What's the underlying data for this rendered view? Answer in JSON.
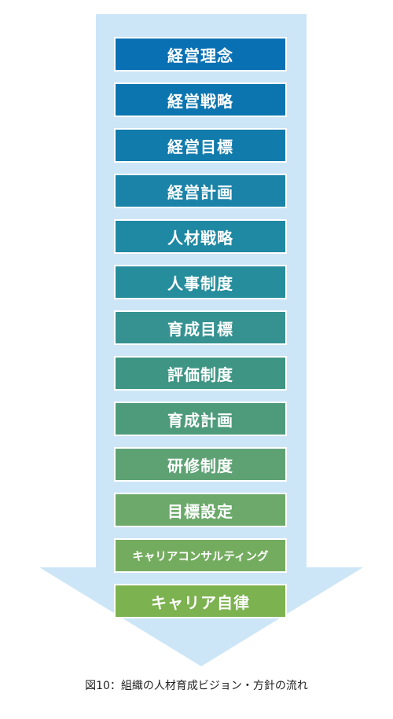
{
  "diagram": {
    "arrow_color": "#cde6f7",
    "steps": [
      {
        "label": "経営理念",
        "color": "#0a70b4"
      },
      {
        "label": "経営戦略",
        "color": "#0c75b0"
      },
      {
        "label": "経営目標",
        "color": "#117bac"
      },
      {
        "label": "経営計画",
        "color": "#1b83a8"
      },
      {
        "label": "人材戦略",
        "color": "#1f88a3"
      },
      {
        "label": "人事制度",
        "color": "#268d9d"
      },
      {
        "label": "育成目標",
        "color": "#359291"
      },
      {
        "label": "評価制度",
        "color": "#3f9584"
      },
      {
        "label": "育成計画",
        "color": "#4e9b7c"
      },
      {
        "label": "研修制度",
        "color": "#5ea274"
      },
      {
        "label": "目標設定",
        "color": "#6ca96b"
      },
      {
        "label": "キャリアコンサルティング",
        "color": "#74ac5f"
      },
      {
        "label": "キャリア自律",
        "color": "#7cb24f"
      }
    ]
  },
  "caption": "図10：組織の人材育成ビジョン・方針の流れ"
}
